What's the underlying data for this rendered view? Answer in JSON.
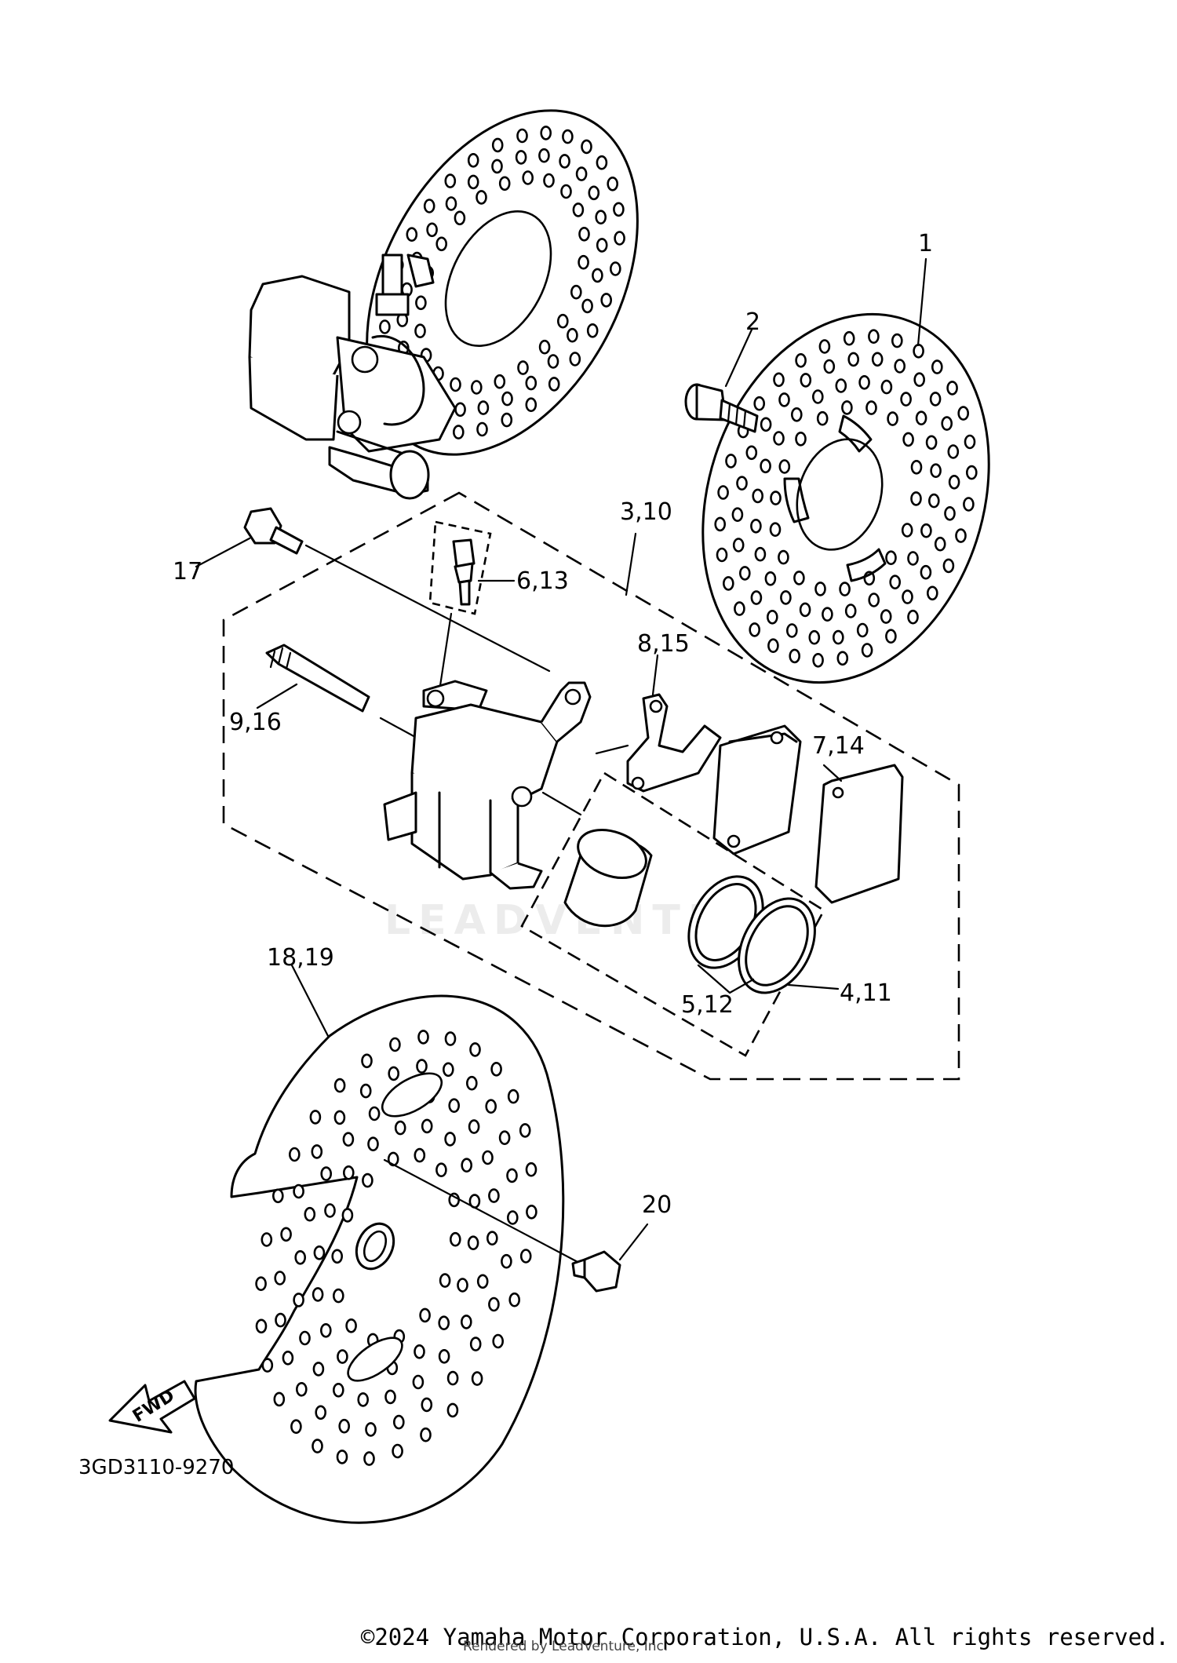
{
  "diagram": {
    "callouts": {
      "c1": "1",
      "c2": "2",
      "c3_10": "3,10",
      "c17": "17",
      "c6_13": "6,13",
      "c8_15": "8,15",
      "c9_16": "9,16",
      "c7_14": "7,14",
      "c18_19": "18,19",
      "c5_12": "5,12",
      "c4_11": "4,11",
      "c20": "20"
    },
    "fwd_label": "FWD",
    "diagram_code": "3GD3110-9270",
    "watermark": "LEADVENTURE"
  },
  "footer": {
    "copyright": "©2024 Yamaha Motor Corporation, U.S.A. All rights reserved.",
    "rendered_by": "Rendered by LeadVenture, Inc."
  }
}
